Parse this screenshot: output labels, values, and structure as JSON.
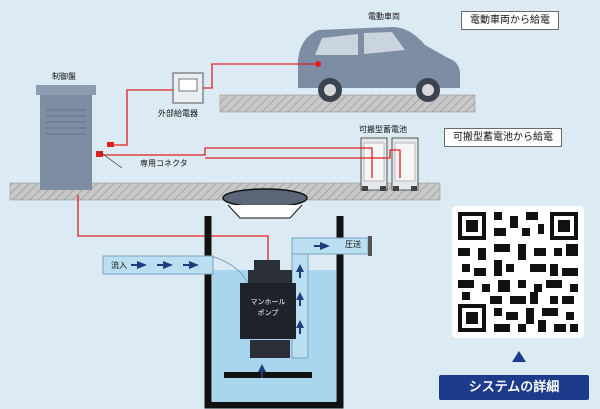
{
  "labels": {
    "ev": "電動車両",
    "ev_supply": "電動車両から給電",
    "control_panel": "制御盤",
    "external_charger": "外部給電器",
    "portable_battery": "可搬型蓄電池",
    "battery_supply": "可搬型蓄電池から給電",
    "connector": "専用コネクタ",
    "inflow": "流入",
    "outflow": "圧送",
    "pump_line1": "マンホール",
    "pump_line2": "ポンプ",
    "system_details": "システムの詳細"
  },
  "colors": {
    "background": "#dceaf4",
    "cable": "#e02020",
    "ground": "#bfbfbf",
    "cabinet": "#7d8da3",
    "water": "#a9d6ee",
    "pipe": "#b9dff1",
    "accent": "#1c3b8a"
  },
  "icons": [
    "qr-code-icon",
    "up-triangle-icon",
    "flow-arrow-icon"
  ]
}
